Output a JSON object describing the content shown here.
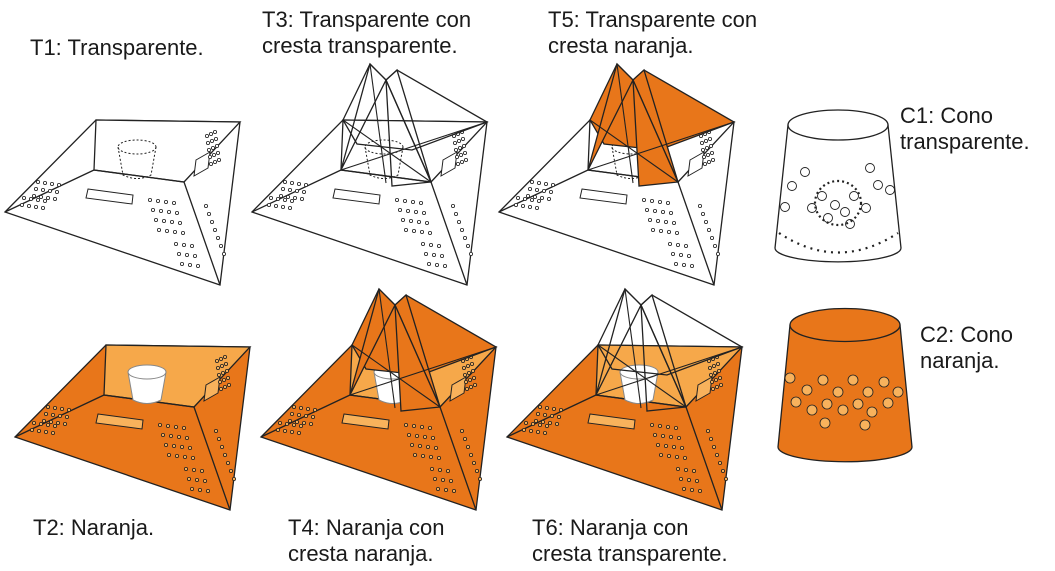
{
  "colors": {
    "orange": "#e8761a",
    "light_orange": "#f6a84a",
    "hole": "#f8b25c",
    "line": "#222222",
    "white": "#ffffff"
  },
  "labels": {
    "t1": [
      "T1: Transparente."
    ],
    "t3": [
      "T3: Transparente con",
      "cresta transparente."
    ],
    "t5": [
      "T5: Transparente con",
      "cresta naranja."
    ],
    "c1": [
      "C1: Cono",
      "transparente."
    ],
    "c2": [
      "C2: Cono",
      "naranja."
    ],
    "t2": [
      "T2: Naranja."
    ],
    "t4": [
      "T4: Naranja con",
      "cresta naranja."
    ],
    "t6": [
      "T6: Naranja con",
      "cresta transparente."
    ]
  }
}
